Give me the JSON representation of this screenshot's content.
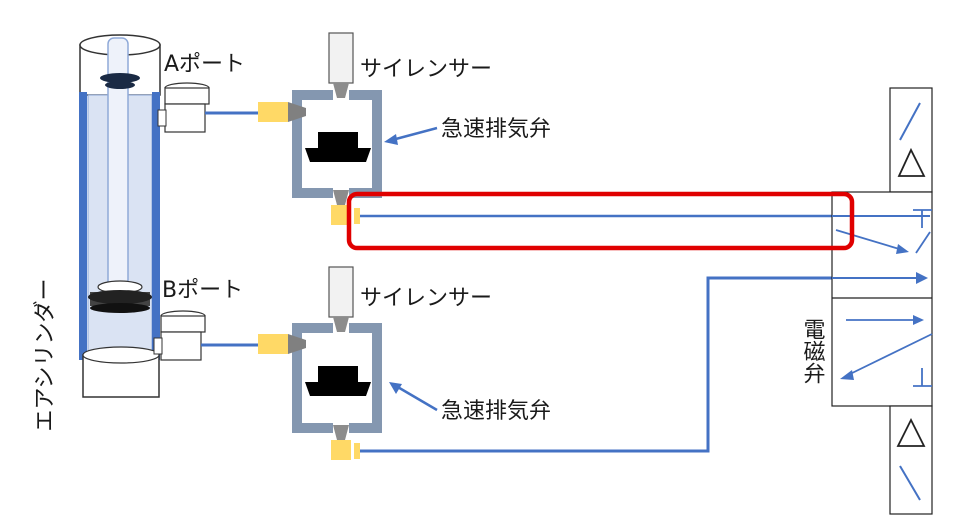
{
  "labels": {
    "a_port": "Aポート",
    "b_port": "Bポート",
    "silencer_top": "サイレンサー",
    "silencer_bottom": "サイレンサー",
    "quick_exhaust_top": "急速排気弁",
    "quick_exhaust_bottom": "急速排気弁",
    "air_cylinder": "エアシリンダー",
    "solenoid_valve": "電磁弁"
  },
  "colors": {
    "pipe": "#4472c4",
    "valve_body": "#8497b0",
    "fitting": "#ffd966",
    "highlight": "#e00000",
    "cylinder_fill": "#dae3f3"
  }
}
